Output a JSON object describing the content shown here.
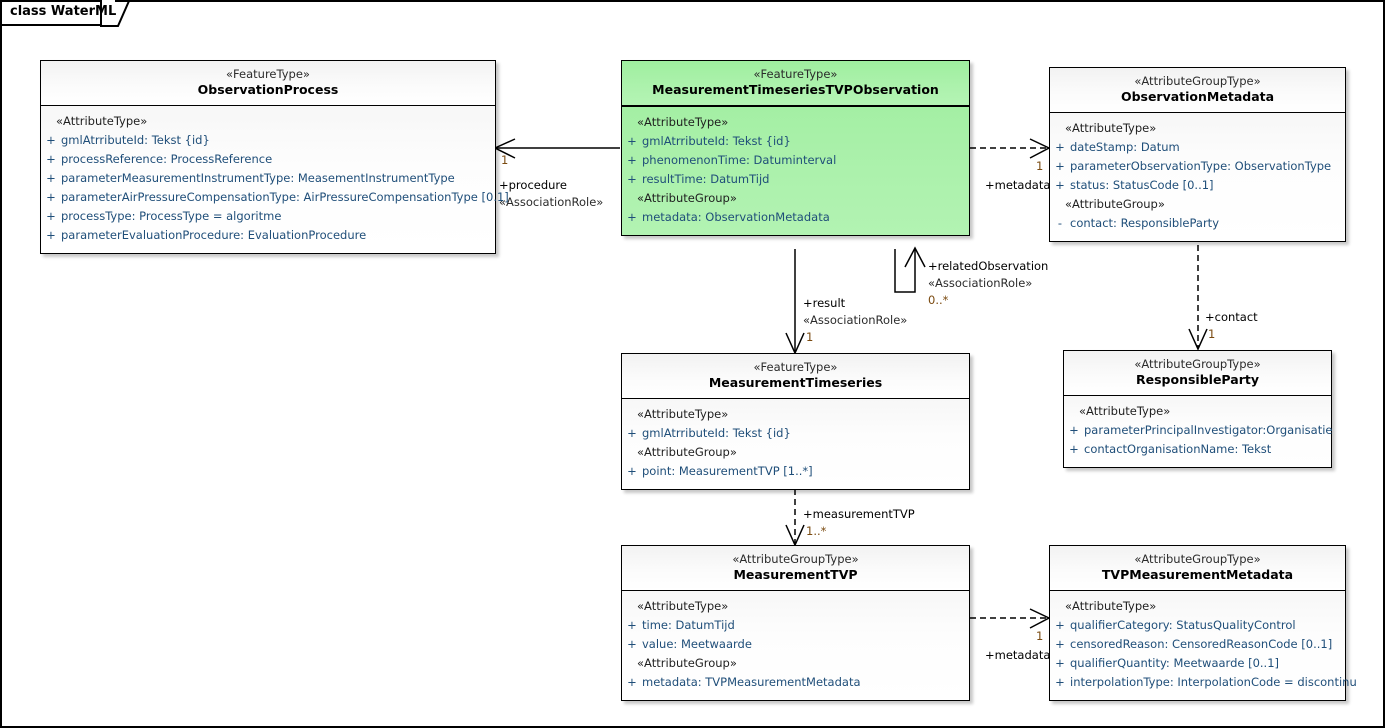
{
  "frame": {
    "title": "class WaterML"
  },
  "classes": [
    {
      "id": "observation-process",
      "stereotype": "«FeatureType»",
      "name": "ObservationProcess",
      "sections": [
        {
          "group": "«AttributeType»",
          "attributes": [
            {
              "vis": "+",
              "text": "gmlAtrributeId: Tekst {id}"
            },
            {
              "vis": "+",
              "text": "processReference: ProcessReference"
            },
            {
              "vis": "+",
              "text": "parameterMeasurementInstrumentType: MeasementInstrumentType"
            },
            {
              "vis": "+",
              "text": "parameterAirPressureCompensationType: AirPressureCompensationType [0.1]"
            },
            {
              "vis": "+",
              "text": "processType: ProcessType = algoritme"
            },
            {
              "vis": "+",
              "text": "parameterEvaluationProcedure: EvaluationProcedure"
            }
          ]
        }
      ]
    },
    {
      "id": "measurement-timeseries-tvp-observation",
      "stereotype": "«FeatureType»",
      "name": "MeasurementTimeseriesTVPObservation",
      "highlight": "#a8f0a8",
      "sections": [
        {
          "group": "«AttributeType»",
          "attributes": [
            {
              "vis": "+",
              "text": "gmlAtrributeId: Tekst {id}"
            },
            {
              "vis": "+",
              "text": "phenomenonTime: Datuminterval"
            },
            {
              "vis": "+",
              "text": "resultTime: DatumTijd"
            }
          ]
        },
        {
          "group": "«AttributeGroup»",
          "attributes": [
            {
              "vis": "+",
              "text": "metadata: ObservationMetadata"
            }
          ]
        }
      ]
    },
    {
      "id": "observation-metadata",
      "stereotype": "«AttributeGroupType»",
      "name": "ObservationMetadata",
      "sections": [
        {
          "group": "«AttributeType»",
          "attributes": [
            {
              "vis": "+",
              "text": "dateStamp: Datum"
            },
            {
              "vis": "+",
              "text": "parameterObservationType: ObservationType"
            },
            {
              "vis": "+",
              "text": "status: StatusCode [0..1]"
            }
          ]
        },
        {
          "group": "«AttributeGroup»",
          "attributes": [
            {
              "vis": "-",
              "text": "contact: ResponsibleParty"
            }
          ]
        }
      ]
    },
    {
      "id": "measurement-timeseries",
      "stereotype": "«FeatureType»",
      "name": "MeasurementTimeseries",
      "sections": [
        {
          "group": "«AttributeType»",
          "attributes": [
            {
              "vis": "+",
              "text": "gmlAtrributeId: Tekst {id}"
            }
          ]
        },
        {
          "group": "«AttributeGroup»",
          "attributes": [
            {
              "vis": "+",
              "text": "point: MeasurementTVP [1..*]"
            }
          ]
        }
      ]
    },
    {
      "id": "responsible-party",
      "stereotype": "«AttributeGroupType»",
      "name": "ResponsibleParty",
      "sections": [
        {
          "group": "«AttributeType»",
          "attributes": [
            {
              "vis": "+",
              "text": "parameterPrincipalInvestigator:Organisatie"
            },
            {
              "vis": "+",
              "text": "contactOrganisationName: Tekst"
            }
          ]
        }
      ]
    },
    {
      "id": "measurement-tvp",
      "stereotype": "«AttributeGroupType»",
      "name": "MeasurementTVP",
      "sections": [
        {
          "group": "«AttributeType»",
          "attributes": [
            {
              "vis": "+",
              "text": "time: DatumTijd"
            },
            {
              "vis": "+",
              "text": "value: Meetwaarde"
            }
          ]
        },
        {
          "group": "«AttributeGroup»",
          "attributes": [
            {
              "vis": "+",
              "text": "metadata: TVPMeasurementMetadata"
            }
          ]
        }
      ]
    },
    {
      "id": "tvp-measurement-metadata",
      "stereotype": "«AttributeGroupType»",
      "name": "TVPMeasurementMetadata",
      "sections": [
        {
          "group": "«AttributeType»",
          "attributes": [
            {
              "vis": "+",
              "text": "qualifierCategory: StatusQualityControl"
            },
            {
              "vis": "+",
              "text": "censoredReason: CensoredReasonCode [0..1]"
            },
            {
              "vis": "+",
              "text": "qualifierQuantity: Meetwaarde [0..1]"
            },
            {
              "vis": "+",
              "text": "interpolationType: InterpolationCode = discontinu"
            }
          ]
        }
      ]
    }
  ],
  "connectors": {
    "procedure": {
      "mult": "1",
      "role": "+procedure",
      "stereotype": "«AssociationRole»"
    },
    "metadata_observation": {
      "mult": "1",
      "role": "+metadata"
    },
    "related_observation": {
      "role": "+relatedObservation",
      "stereotype": "«AssociationRole»",
      "mult": "0..*"
    },
    "result": {
      "role": "+result",
      "stereotype": "«AssociationRole»",
      "mult": "1"
    },
    "contact": {
      "role": "+contact",
      "mult": "1"
    },
    "measurement_tvp": {
      "role": "+measurementTVP",
      "mult": "1..*"
    },
    "metadata_tvp": {
      "mult": "1",
      "role": "+metadata"
    }
  }
}
